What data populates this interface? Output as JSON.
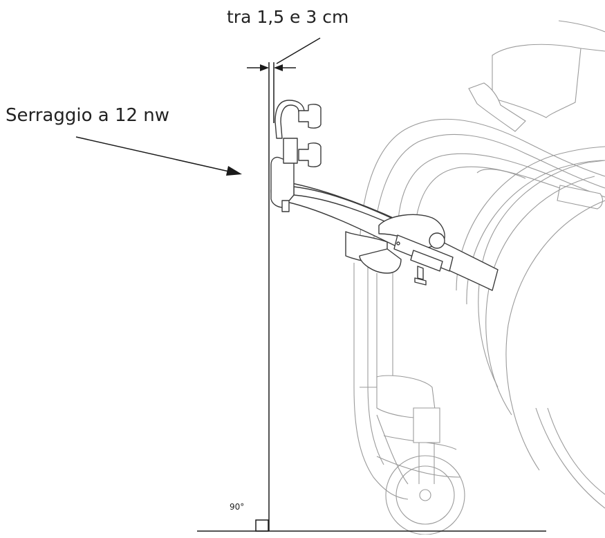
{
  "labels": {
    "gap": "tra 1,5 e 3 cm",
    "torque": "Serraggio a 12 nw",
    "angle": "90°"
  },
  "colors": {
    "line": "#1a1a1a",
    "part": "#3a3a3a",
    "faint": "#9a9a9a",
    "text": "#222222"
  }
}
